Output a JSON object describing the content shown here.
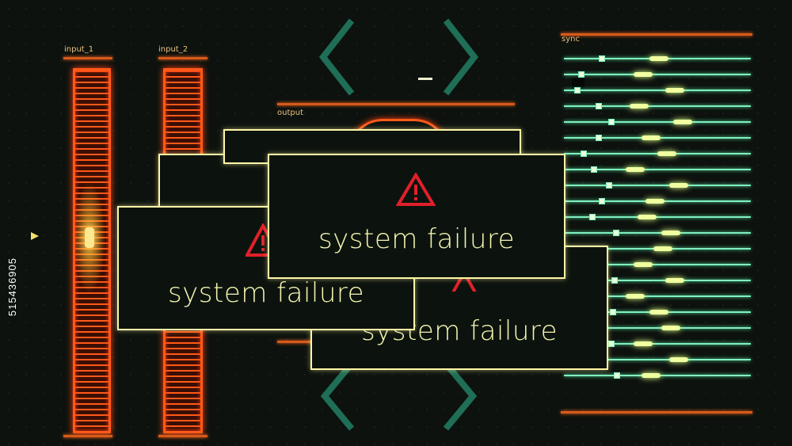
{
  "panels": {
    "input_1_label": "input_1",
    "input_2_label": "input_2",
    "output_label": "output",
    "sync_label": "sync"
  },
  "dialogs": [
    {
      "message": "system failure"
    },
    {
      "message": "system failure"
    },
    {
      "message": "system failure"
    }
  ],
  "watermark": "515436905",
  "colors": {
    "bar_orange": "#ff5a1a",
    "sync_green": "#7ff0c0",
    "dialog_border": "#fff7a8",
    "warning_red": "#e0202a",
    "chevron_teal": "#1f6e57"
  }
}
